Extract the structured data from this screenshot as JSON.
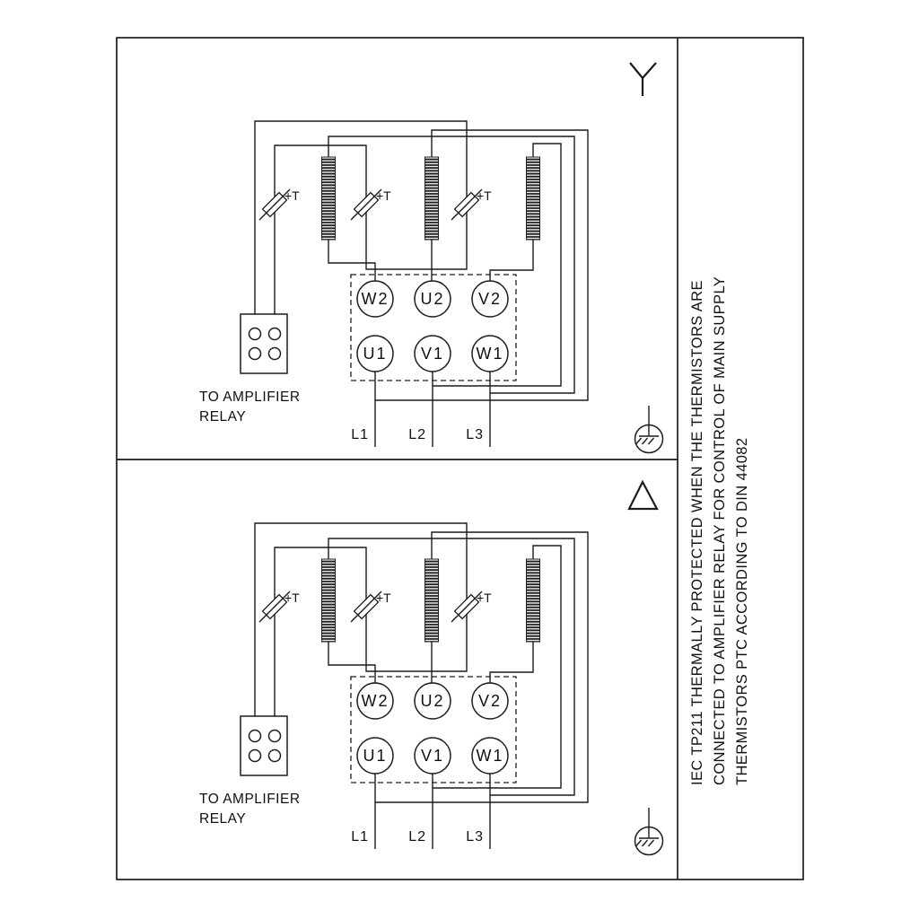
{
  "colors": {
    "line": "#1c1c1c",
    "background": "#ffffff"
  },
  "panels": [
    {
      "name": "star-connection",
      "symbol": "wye",
      "terminals": [
        "W2",
        "U2",
        "V2",
        "U1",
        "V1",
        "W1"
      ],
      "phases": [
        "L1",
        "L2",
        "L3"
      ],
      "thermistor_label": "+T",
      "relay_caption": [
        "TO AMPLIFIER",
        "RELAY"
      ]
    },
    {
      "name": "delta-connection",
      "symbol": "delta",
      "terminals": [
        "W2",
        "U2",
        "V2",
        "U1",
        "V1",
        "W1"
      ],
      "phases": [
        "L1",
        "L2",
        "L3"
      ],
      "thermistor_label": "+T",
      "relay_caption": [
        "TO AMPLIFIER",
        "RELAY"
      ]
    }
  ],
  "side_note": {
    "lines": [
      "IEC TP211 THERMALLY PROTECTED WHEN THE THERMISTORS ARE",
      "CONNECTED TO AMPLIFIER RELAY FOR CONTROL OF MAIN SUPPLY",
      "THERMISTORS PTC ACCORDING TO DIN 44082"
    ]
  }
}
